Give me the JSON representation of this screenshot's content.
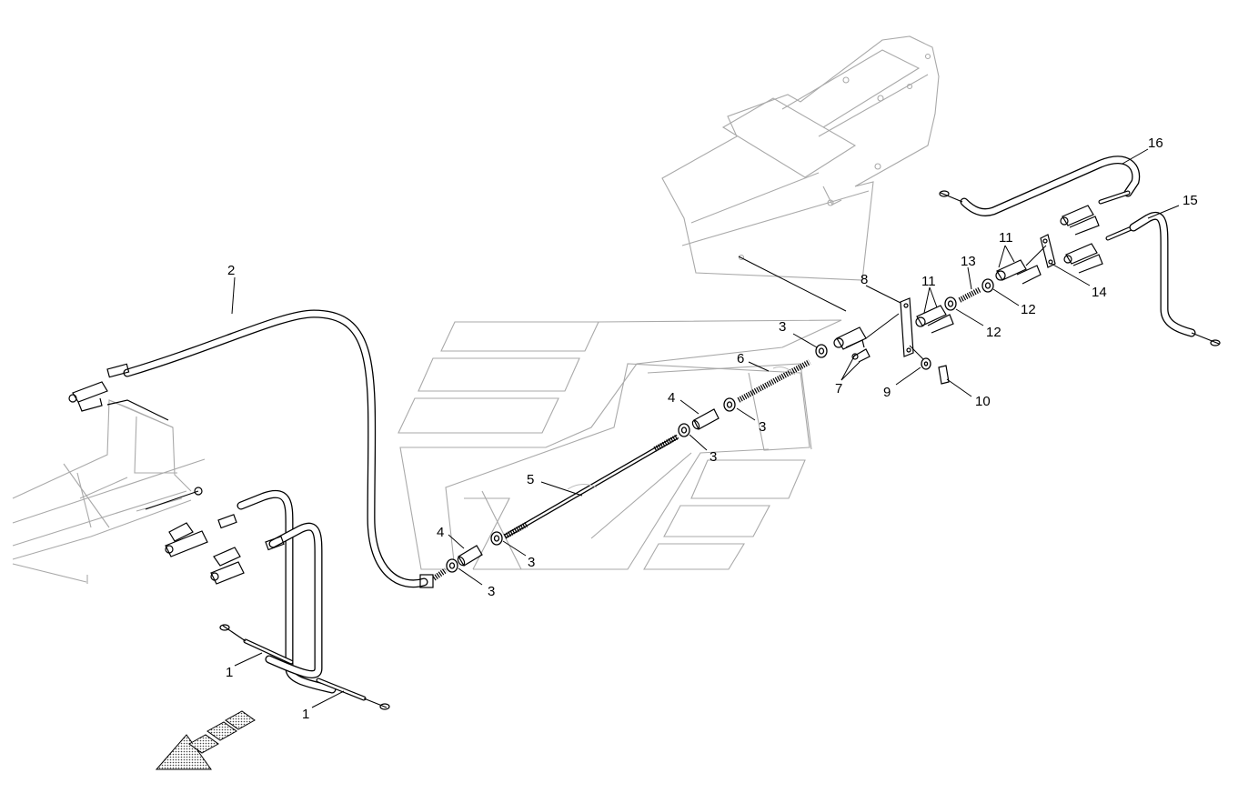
{
  "callouts": {
    "c1a": "1",
    "c1b": "1",
    "c2": "2",
    "c3a": "3",
    "c3b": "3",
    "c3c": "3",
    "c3d": "3",
    "c3e": "3",
    "c4a": "4",
    "c4b": "4",
    "c5": "5",
    "c6": "6",
    "c7": "7",
    "c8": "8",
    "c9": "9",
    "c10": "10",
    "c11a": "11",
    "c11b": "11",
    "c12a": "12",
    "c12b": "12",
    "c13": "13",
    "c14": "14",
    "c15": "15",
    "c16": "16"
  },
  "icons": {
    "direction_arrow": "forward-direction-arrow-icon"
  },
  "colors": {
    "line": "#000000",
    "ghost": "#a9a9a9",
    "background": "#ffffff"
  }
}
